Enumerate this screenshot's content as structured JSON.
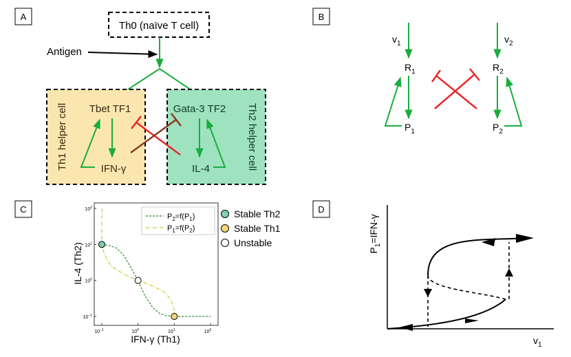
{
  "panels": {
    "A": {
      "letter": "A",
      "th0": "Th0 (naïve T cell)",
      "antigen": "Antigen",
      "tbet": "Tbet TF1",
      "ifng": "IFN-γ",
      "th1_label": "Th1 helper cell",
      "gata3": "Gata-3 TF2",
      "il4": "IL-4",
      "th2_label": "Th2 helper cell"
    },
    "B": {
      "letter": "B",
      "v": "v",
      "R": "R",
      "P": "P",
      "sub1": "1",
      "sub2": "2"
    },
    "C": {
      "letter": "C",
      "ylabel": "IL-4 (Th2)",
      "xlabel": "IFN-γ (Th1)",
      "legend_a_pre": "P",
      "legend_a_mid": "=f(P",
      "legend_a_post": ")",
      "legend_a_s1": "2",
      "legend_a_s2": "1",
      "legend_b_pre": "P",
      "legend_b_mid": "=f(P",
      "legend_b_post": ")",
      "legend_b_s1": "1",
      "legend_b_s2": "2",
      "marker_stable_th2": "Stable Th2",
      "marker_stable_th1": "Stable Th1",
      "marker_unstable": "Unstable",
      "ticks": {
        "y_base": "10",
        "y_exps": [
          "2",
          "1",
          "0",
          "−1"
        ],
        "x_base": "10",
        "x_exps": [
          "−1",
          "0",
          "1",
          "2"
        ]
      }
    },
    "D": {
      "letter": "D",
      "ylabel_pre": "P",
      "ylabel_sub": "1",
      "ylabel_post": "=IFN-γ",
      "xlabel_pre": "v",
      "xlabel_sub": "1"
    }
  },
  "colors": {
    "green": "#1aac3c",
    "red": "#e8262a",
    "brown": "#8b3a1f",
    "th1_fill": "#fbe6b0",
    "th2_fill": "#9fe2c0",
    "curve_green": "#2e8b2e",
    "curve_yellow": "#c8c828",
    "marker_green": "#7fd1ae",
    "marker_yellow": "#f4d67a"
  },
  "chart_data": {
    "type": "line",
    "xlabel": "IFN-γ (Th1)",
    "ylabel": "IL-4 (Th2)",
    "xscale": "log",
    "yscale": "log",
    "xlim": [
      0.1,
      100
    ],
    "ylim": [
      0.1,
      100
    ],
    "legend_position": "top-right",
    "series": [
      {
        "name": "P2=f(P1)",
        "style": "dashed",
        "color": "#2e8b2e",
        "x": [
          0.1,
          0.15,
          0.25,
          0.4,
          0.6,
          1.0,
          1.5,
          2.5,
          4,
          6,
          10,
          20,
          50,
          100
        ],
        "y": [
          10,
          9.5,
          8,
          5,
          2.5,
          1.0,
          0.4,
          0.18,
          0.12,
          0.105,
          0.1,
          0.1,
          0.1,
          0.1
        ]
      },
      {
        "name": "P1=f(P2)",
        "style": "dash-dot",
        "color": "#c8c828",
        "x": [
          0.1,
          0.1,
          0.1,
          0.12,
          0.18,
          0.4,
          1.0,
          2.5,
          5,
          8,
          10,
          10
        ],
        "y": [
          100,
          30,
          10,
          5,
          2.5,
          1.5,
          1.0,
          0.7,
          0.5,
          0.3,
          0.15,
          0.1
        ]
      }
    ],
    "points": [
      {
        "label": "Stable Th2",
        "x": 0.1,
        "y": 10
      },
      {
        "label": "Unstable",
        "x": 1,
        "y": 1
      },
      {
        "label": "Stable Th1",
        "x": 10,
        "y": 0.1
      }
    ]
  }
}
